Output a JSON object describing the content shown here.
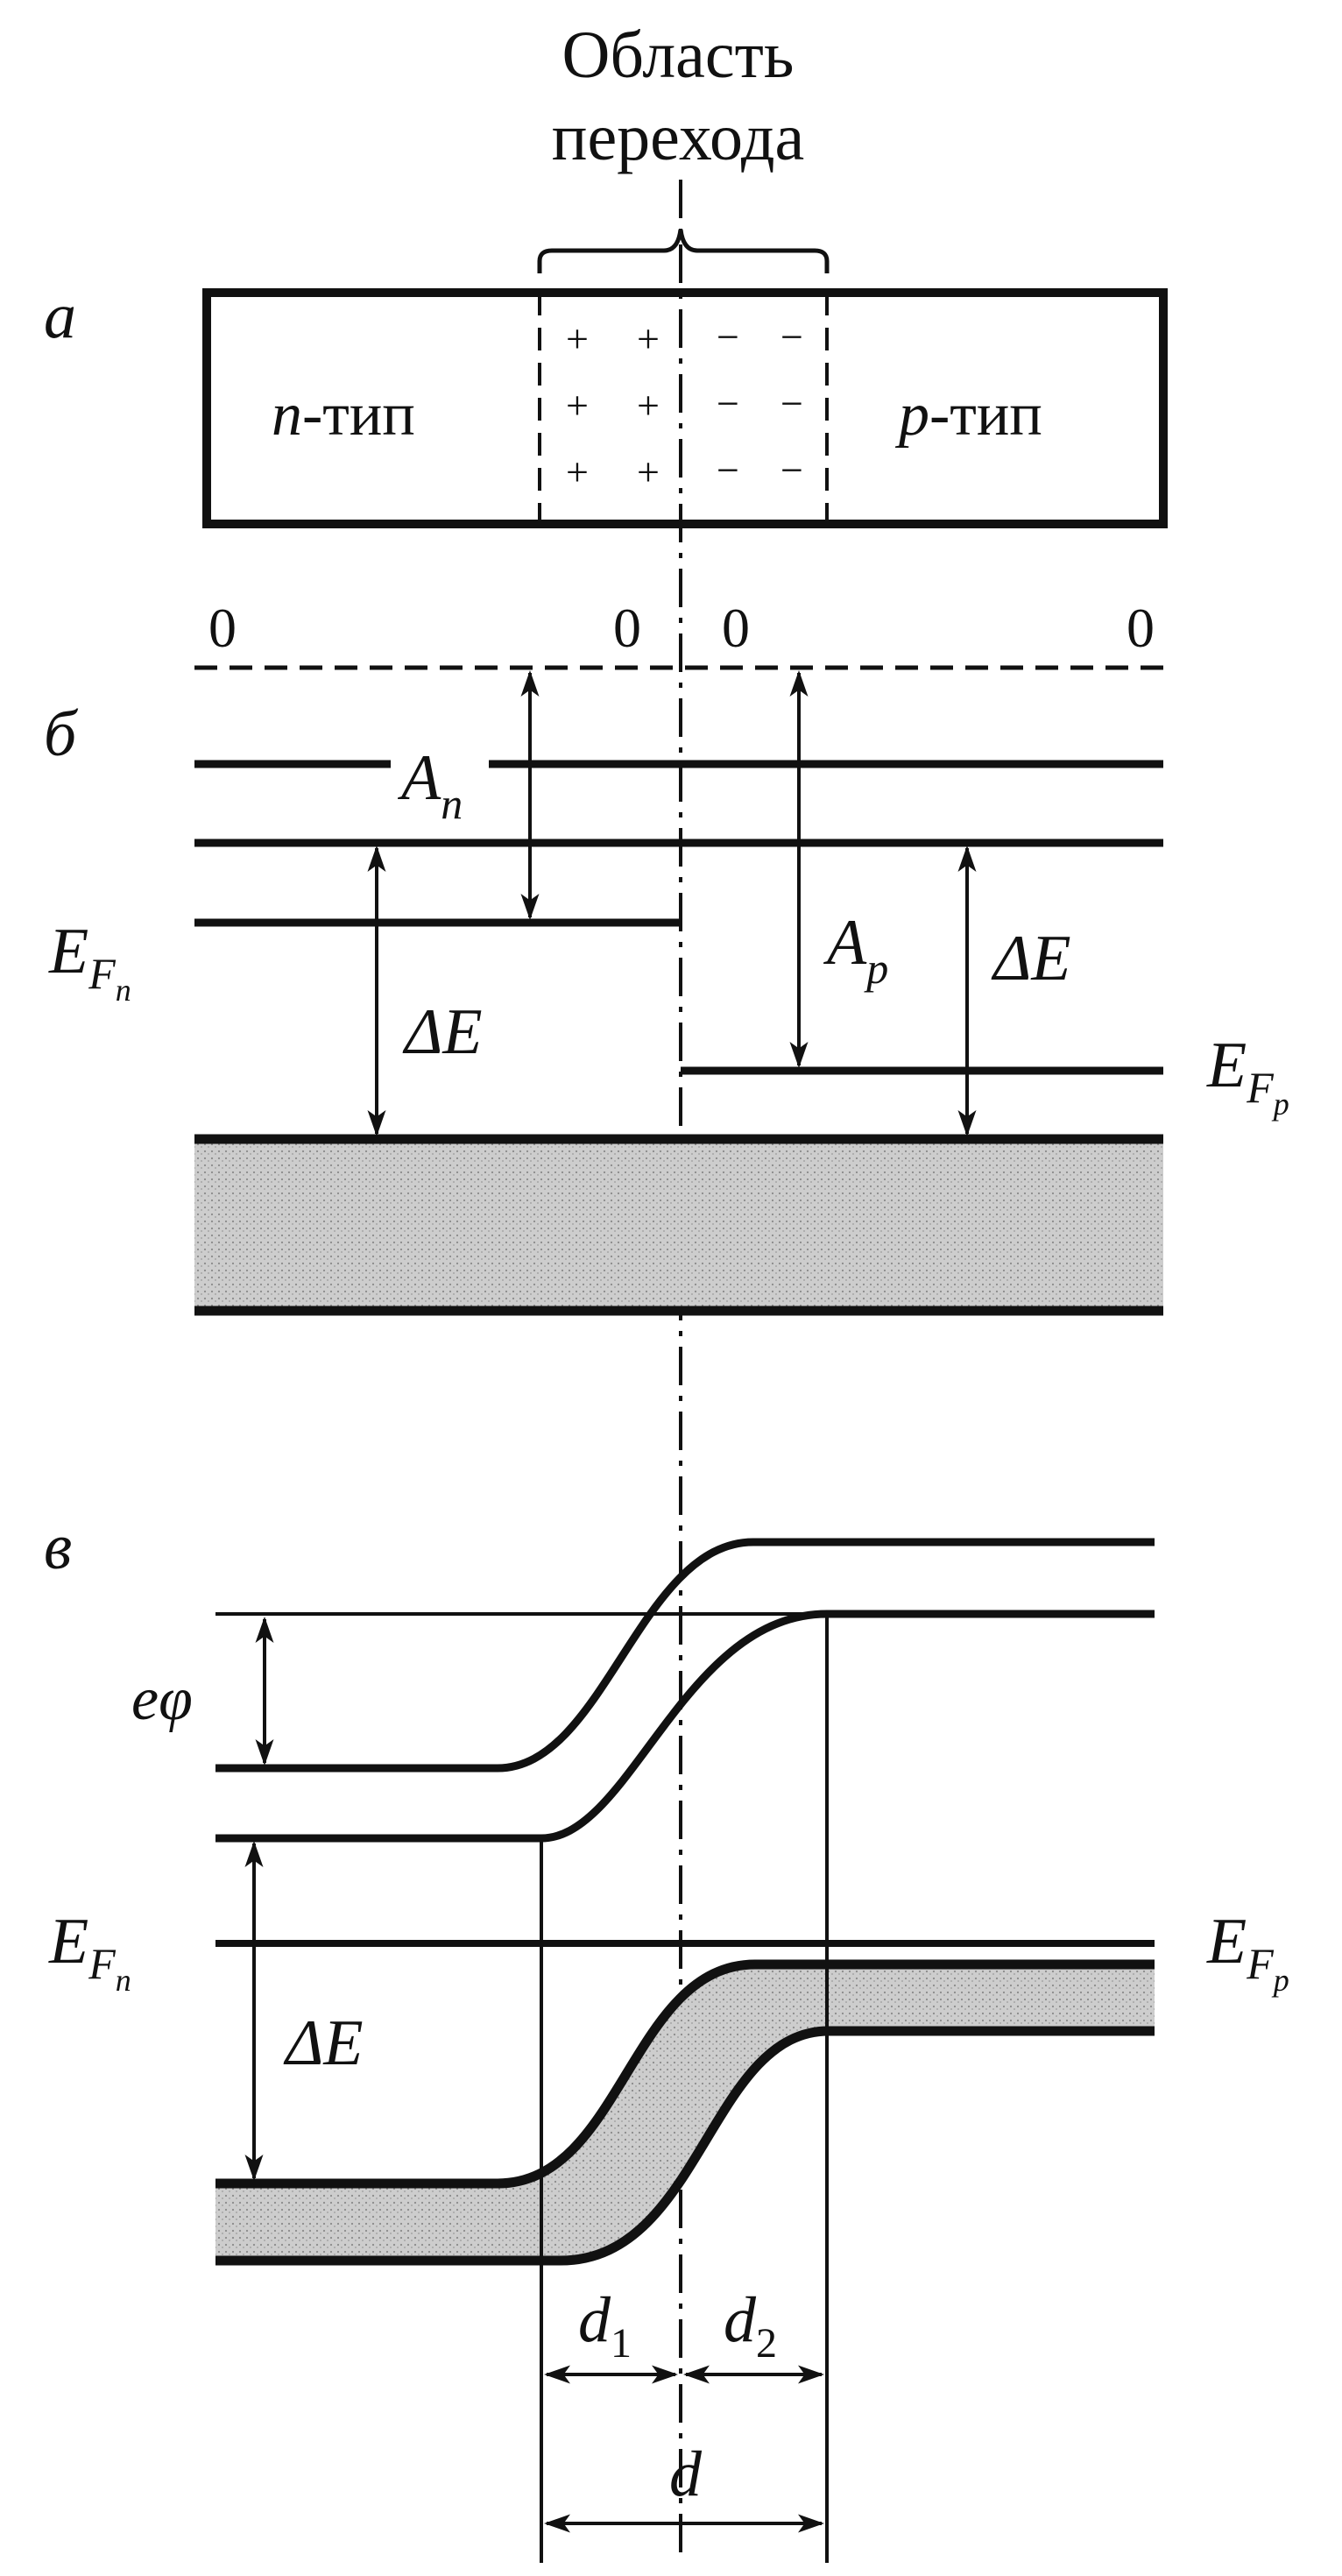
{
  "title": {
    "line1": "Область",
    "line2": "перехода"
  },
  "panel_labels": {
    "a": "а",
    "b": "б",
    "c": "в"
  },
  "panel_a": {
    "n_region": {
      "symbol": "n",
      "suffix": "-тип"
    },
    "p_region": {
      "symbol": "p",
      "suffix": "-тип"
    },
    "plus_sign": "+",
    "minus_sign": "−"
  },
  "panel_b": {
    "zero_label": "0",
    "A_n": {
      "base": "A",
      "sub": "n"
    },
    "A_p": {
      "base": "A",
      "sub": "p"
    },
    "E_Fn": {
      "base": "E",
      "sub": "F",
      "subsub": "n"
    },
    "E_Fp": {
      "base": "E",
      "sub": "F",
      "subsub": "p"
    },
    "delta_E": "ΔE"
  },
  "panel_c": {
    "e_phi": "eφ",
    "E_Fn": {
      "base": "E",
      "sub": "F",
      "subsub": "n"
    },
    "E_Fp": {
      "base": "E",
      "sub": "F",
      "subsub": "p"
    },
    "delta_E": "ΔE",
    "d1": {
      "base": "d",
      "sub": "1"
    },
    "d2": {
      "base": "d",
      "sub": "2"
    },
    "d": "d"
  },
  "colors": {
    "ink": "#111111",
    "band_fill": "#c8c8c8",
    "background": "#ffffff"
  }
}
